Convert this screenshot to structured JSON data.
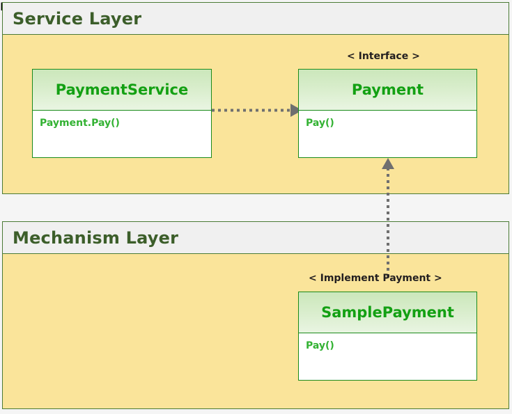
{
  "diagram": {
    "type": "uml-class-layered",
    "background_color": "#f5f5f5",
    "layer_fill_color": "#fae49a",
    "layer_header_color": "#f0f0f0",
    "layer_border_color": "#4a7a35",
    "class_border_color": "#1a8a1a",
    "class_title_color": "#13a013",
    "class_member_color": "#33b233",
    "connector_color": "#6f6f6f"
  },
  "layers": [
    {
      "id": "service",
      "title": "Service Layer"
    },
    {
      "id": "mechanism",
      "title": "Mechanism Layer"
    }
  ],
  "classes": [
    {
      "id": "payment-service",
      "name": "PaymentService",
      "stereotype": "",
      "members": [
        "Payment.Pay()"
      ]
    },
    {
      "id": "payment",
      "name": "Payment",
      "stereotype": "< Interface >",
      "members": [
        "Pay()"
      ]
    },
    {
      "id": "sample-payment",
      "name": "SamplePayment",
      "stereotype": "< Implement Payment >",
      "members": [
        "Pay()"
      ]
    }
  ],
  "labels": {
    "interface": "< Interface >",
    "implement_payment": "< Implement Payment >"
  },
  "connectors": [
    {
      "id": "payment-service-to-payment",
      "style": "dotted",
      "arrowhead": "filled-triangle",
      "direction": "right",
      "from": "PaymentService",
      "to": "Payment"
    },
    {
      "id": "sample-payment-to-payment",
      "style": "dotted",
      "arrowhead": "filled-triangle",
      "direction": "up",
      "from": "SamplePayment",
      "to": "Payment"
    }
  ]
}
